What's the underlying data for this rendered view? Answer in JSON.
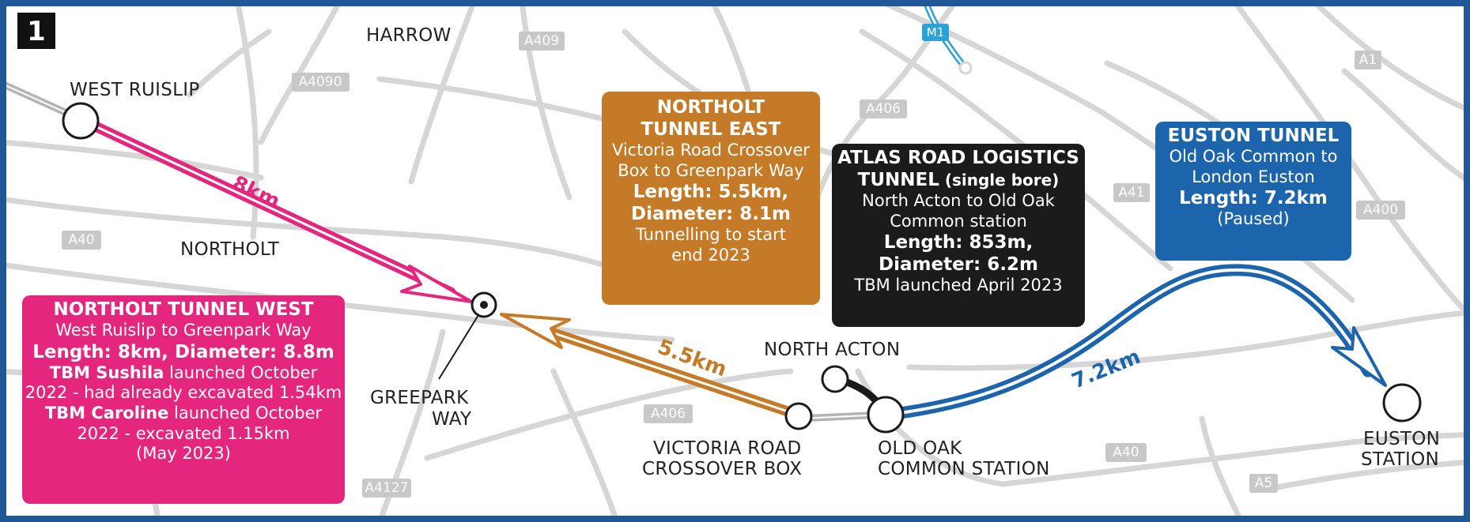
{
  "map_number": "1",
  "colors": {
    "frame": "#1f5797",
    "west": "#e5267f",
    "east": "#c57a27",
    "atlas": "#1b1b1b",
    "euston": "#1c65ad",
    "existing_line": "#b4b4b4",
    "road": "#d6d6d6"
  },
  "areas": {
    "harrow": "HARROW",
    "northolt": "NORTHOLT"
  },
  "roads": {
    "a409": "A409",
    "a4090": "A4090",
    "a406_top": "A406",
    "a406_bottom": "A406",
    "a41": "A41",
    "a1": "A1",
    "a400": "A400",
    "a40_left": "A40",
    "a40_right": "A40",
    "a4127": "A4127",
    "a5": "A5",
    "m1": "M1"
  },
  "stations": {
    "west_ruislip": "WEST RUISLIP",
    "greenpark_1": "GREEPARK",
    "greenpark_2": "WAY",
    "north_acton": "NORTH ACTON",
    "victoria_1": "VICTORIA ROAD",
    "victoria_2": "CROSSOVER BOX",
    "old_oak_1": "OLD OAK",
    "old_oak_2": "COMMON STATION",
    "euston_1": "EUSTON",
    "euston_2": "STATION"
  },
  "distances": {
    "west": "8km",
    "east": "5.5km",
    "euston": "7.2km"
  },
  "boxes": {
    "west": {
      "title": "NORTHOLT TUNNEL WEST",
      "route": "West Ruislip to Greenpark Way",
      "length": "Length: 8km, Diameter: 8.8m",
      "tbm1_name": "TBM Sushila",
      "tbm1_rest": " launched October",
      "tbm1_line2": "2022 - had already excavated 1.54km",
      "tbm2_name": "TBM Caroline",
      "tbm2_rest": " launched October",
      "tbm2_line2": "2022 - excavated 1.15km",
      "date": "(May 2023)"
    },
    "east": {
      "title1": "NORTHOLT",
      "title2": "TUNNEL EAST",
      "route1": "Victoria Road Crossover",
      "route2": "Box to Greenpark Way",
      "length": "Length: 5.5km,",
      "diameter": "Diameter: 8.1m",
      "status1": "Tunnelling to start",
      "status2": "end 2023"
    },
    "atlas": {
      "title1": "ATLAS ROAD LOGISTICS",
      "title2": "TUNNEL",
      "title2_small": " (single bore)",
      "route1": "North Acton to Old Oak",
      "route2": "Common station",
      "length": "Length: 853m,",
      "diameter": "Diameter: 6.2m",
      "status": "TBM launched April 2023"
    },
    "euston": {
      "title": "EUSTON TUNNEL",
      "route1": "Old Oak Common to",
      "route2": "London Euston",
      "length": "Length: 7.2km",
      "status": "(Paused)"
    }
  }
}
